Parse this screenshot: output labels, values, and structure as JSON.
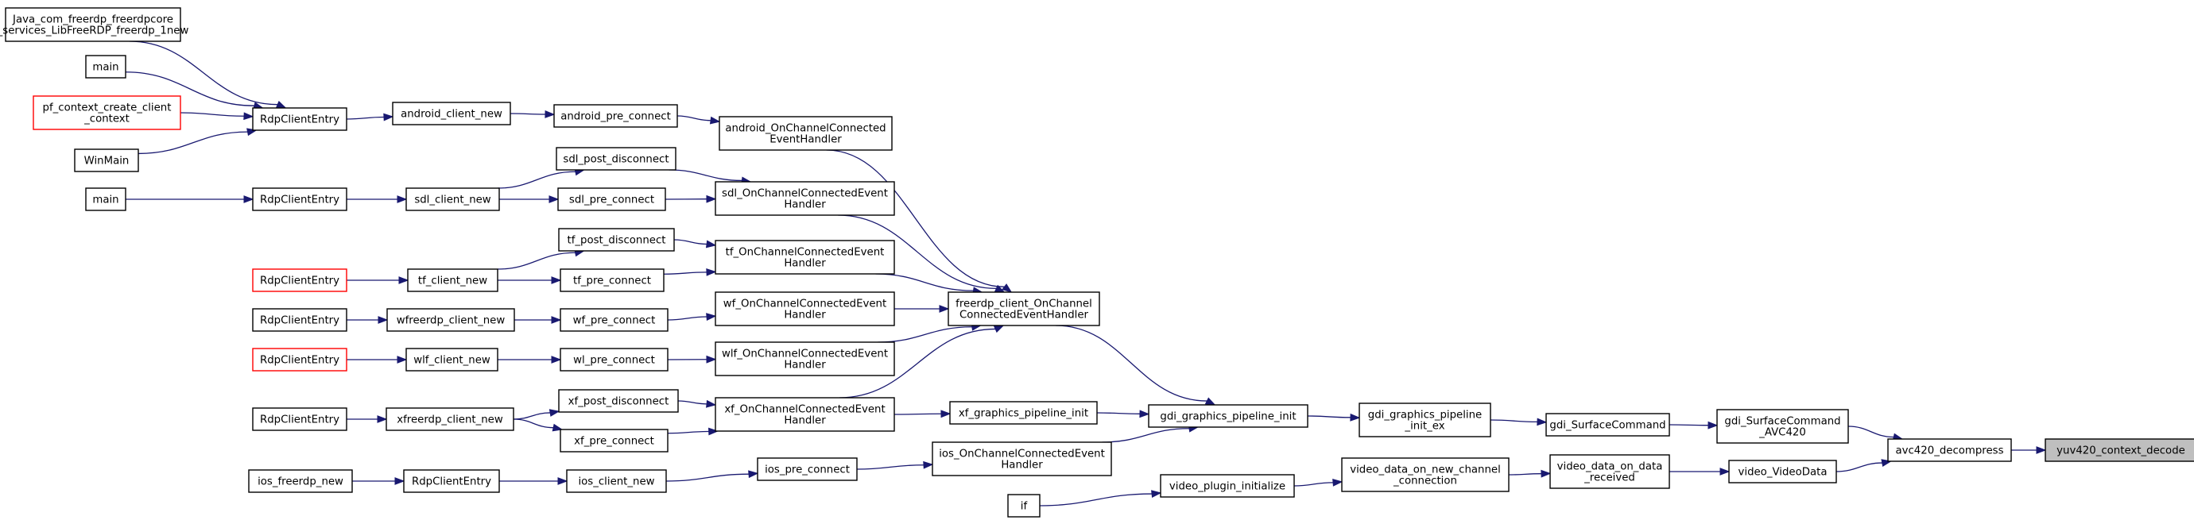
{
  "graph": {
    "nodes": {
      "yuv420_context_decode": {
        "lines": [
          "yuv420_context_decode"
        ],
        "style": "target"
      },
      "avc420_decompress": {
        "lines": [
          "avc420_decompress"
        ]
      },
      "gdi_SurfaceCommand_AVC420": {
        "lines": [
          "gdi_SurfaceCommand",
          "_AVC420"
        ]
      },
      "video_VideoData": {
        "lines": [
          "video_VideoData"
        ]
      },
      "gdi_SurfaceCommand": {
        "lines": [
          "gdi_SurfaceCommand"
        ]
      },
      "video_data_on_data_received": {
        "lines": [
          "video_data_on_data",
          "_received"
        ]
      },
      "gdi_graphics_pipeline_init_ex": {
        "lines": [
          "gdi_graphics_pipeline",
          "_init_ex"
        ]
      },
      "video_data_on_new_channel_connection": {
        "lines": [
          "video_data_on_new_channel",
          "_connection"
        ]
      },
      "gdi_graphics_pipeline_init": {
        "lines": [
          "gdi_graphics_pipeline_init"
        ]
      },
      "video_plugin_initialize": {
        "lines": [
          "video_plugin_initialize"
        ]
      },
      "if": {
        "lines": [
          "if"
        ]
      },
      "freerdp_client_OnChannelConnectedEventHandler": {
        "lines": [
          "freerdp_client_OnChannel",
          "ConnectedEventHandler"
        ]
      },
      "ios_OnChannelConnectedEventHandler": {
        "lines": [
          "ios_OnChannelConnectedEvent",
          "Handler"
        ]
      },
      "xf_graphics_pipeline_init": {
        "lines": [
          "xf_graphics_pipeline_init"
        ]
      },
      "android_OnChannelConnectedEventHandler": {
        "lines": [
          "android_OnChannelConnected",
          "EventHandler"
        ]
      },
      "sdl_OnChannelConnectedEventHandler": {
        "lines": [
          "sdl_OnChannelConnectedEvent",
          "Handler"
        ]
      },
      "tf_OnChannelConnectedEventHandler": {
        "lines": [
          "tf_OnChannelConnectedEvent",
          "Handler"
        ]
      },
      "wf_OnChannelConnectedEventHandler": {
        "lines": [
          "wf_OnChannelConnectedEvent",
          "Handler"
        ]
      },
      "wlf_OnChannelConnectedEventHandler": {
        "lines": [
          "wlf_OnChannelConnectedEvent",
          "Handler"
        ]
      },
      "xf_OnChannelConnectedEventHandler": {
        "lines": [
          "xf_OnChannelConnectedEvent",
          "Handler"
        ]
      },
      "android_pre_connect": {
        "lines": [
          "android_pre_connect"
        ]
      },
      "sdl_post_disconnect": {
        "lines": [
          "sdl_post_disconnect"
        ]
      },
      "sdl_pre_connect": {
        "lines": [
          "sdl_pre_connect"
        ]
      },
      "tf_post_disconnect": {
        "lines": [
          "tf_post_disconnect"
        ]
      },
      "tf_pre_connect": {
        "lines": [
          "tf_pre_connect"
        ]
      },
      "wf_pre_connect": {
        "lines": [
          "wf_pre_connect"
        ]
      },
      "wl_pre_connect": {
        "lines": [
          "wl_pre_connect"
        ]
      },
      "xf_post_disconnect": {
        "lines": [
          "xf_post_disconnect"
        ]
      },
      "xf_pre_connect": {
        "lines": [
          "xf_pre_connect"
        ]
      },
      "ios_pre_connect": {
        "lines": [
          "ios_pre_connect"
        ]
      },
      "android_client_new": {
        "lines": [
          "android_client_new"
        ]
      },
      "sdl_client_new": {
        "lines": [
          "sdl_client_new"
        ]
      },
      "tf_client_new": {
        "lines": [
          "tf_client_new"
        ]
      },
      "wfreerdp_client_new": {
        "lines": [
          "wfreerdp_client_new"
        ]
      },
      "wlf_client_new": {
        "lines": [
          "wlf_client_new"
        ]
      },
      "xfreerdp_client_new": {
        "lines": [
          "xfreerdp_client_new"
        ]
      },
      "ios_client_new": {
        "lines": [
          "ios_client_new"
        ]
      },
      "RdpClientEntry_android": {
        "lines": [
          "RdpClientEntry"
        ]
      },
      "RdpClientEntry_sdl": {
        "lines": [
          "RdpClientEntry"
        ]
      },
      "RdpClientEntry_tf": {
        "lines": [
          "RdpClientEntry"
        ],
        "style": "red"
      },
      "RdpClientEntry_wf": {
        "lines": [
          "RdpClientEntry"
        ]
      },
      "RdpClientEntry_wlf": {
        "lines": [
          "RdpClientEntry"
        ],
        "style": "red"
      },
      "RdpClientEntry_xf": {
        "lines": [
          "RdpClientEntry"
        ]
      },
      "RdpClientEntry_ios": {
        "lines": [
          "RdpClientEntry"
        ]
      },
      "Java_com_freerdp": {
        "lines": [
          "Java_com_freerdp_freerdpcore",
          "_services_LibFreeRDP_freerdp_1new"
        ]
      },
      "main_android": {
        "lines": [
          "main"
        ]
      },
      "pf_context_create_client_context": {
        "lines": [
          "pf_context_create_client",
          "_context"
        ],
        "style": "red"
      },
      "WinMain": {
        "lines": [
          "WinMain"
        ]
      },
      "main_sdl": {
        "lines": [
          "main"
        ]
      },
      "ios_freerdp_new": {
        "lines": [
          "ios_freerdp_new"
        ]
      }
    }
  }
}
